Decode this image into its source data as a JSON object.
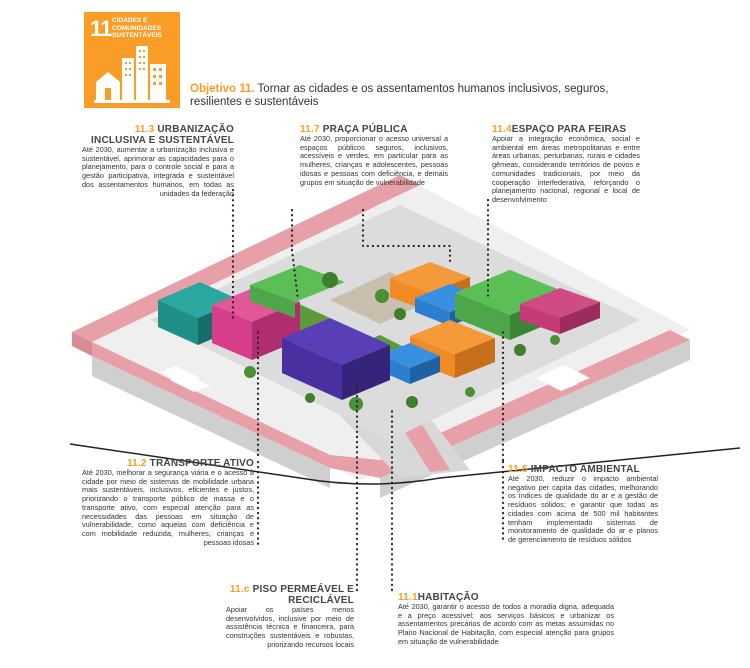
{
  "badge": {
    "number": "11",
    "title": "Cidades e comunidades sustentáveis",
    "color": "#f99d26"
  },
  "objective": {
    "lead": "Objetivo 11.",
    "text": " Tornar as cidades e os assentamentos humanos inclusivos, seguros, resilientes e sustentáveis"
  },
  "targets": {
    "t113": {
      "code": "11.3",
      "title": "URBANIZAÇÃO INCLUSIVA E SUSTENTÁVEL",
      "body": "Até 2030, aumentar a urbanização inclusiva e sustentável, aprimorar as capacidades para o planejamento, para o controle social e para a gestão participativa, integrada e sustentável dos assentamentos humanos, em todas as unidades da federação"
    },
    "t117": {
      "code": "11.7",
      "title": "PRAÇA PÚBLICA",
      "body": "Até 2030, proporcionar o acesso universal a espaços públicos seguros, inclusivos, acessíveis e verdes, em particular para as mulheres, crianças e adolescentes, pessoas idosas e pessoas com deficiência, e demais grupos em situação de vulnerabilidade"
    },
    "t114": {
      "code": "11.4",
      "title": "ESPAÇO PARA FEIRAS",
      "body": "Apoiar a integração econômica, social e ambiental em áreas metropolitanas e entre áreas urbanas, periurbanas, rurais e cidades gêmeas, considerando territórios de povos e comunidades tradicionais, por meio da cooperação interfederativa, reforçando o planejamento nacional, regional e local de desenvolvimento"
    },
    "t112": {
      "code": "11.2",
      "title": "TRANSPORTE ATIVO",
      "body": "Até 2030, melhorar a segurança viária e o acesso à cidade por meio de sistemas de mobilidade urbana mais sustentáveis, inclusivos, eficientes e justos, priorizando o transporte público de massa e o transporte ativo, com especial atenção para as necessidades das pessoas em situação de vulnerabilidade, como aquelas com deficiência e com mobilidade reduzida, mulheres, crianças e pessoas idosas"
    },
    "t116": {
      "code": "11.6",
      "title": "IMPACTO AMBIENTAL",
      "body": "Até 2030, reduzir o impacto ambiental negativo per capita das cidades, melhorando os índices de qualidade do ar e a gestão de resíduos sólidos; e garantir que todas as cidades com acima de 500 mil habitantes tenham implementado sistemas de monitoramento de qualidade do ar e planos de gerenciamento de resíduos sólidos"
    },
    "t11c": {
      "code": "11.c",
      "title": "PISO PERMEÁVEL E RECICLÁVEL",
      "body": "Apoiar os países menos desenvolvidos, inclusive por meio de assistência técnica e financeira, para construções sustentáveis e robustas, priorizando recursos locais"
    },
    "t111": {
      "code": "11.1",
      "title": "HABITAÇÃO",
      "body": "Até 2030, garantir o acesso de todos a moradia digna, adequada e a preço acessível; aos serviços básicos e urbanizar os assentamentos precários de acordo com as metas assumidas no Plano Nacional de Habitação, com especial atenção para grupos em situação de vulnerabilidade"
    }
  },
  "colors": {
    "accent": "#f99d26",
    "sidewalk": "#e8a0a8",
    "road": "#cfcfcf",
    "grass": "#5f9a3a",
    "building_purple": "#4a2fa0",
    "building_pink": "#d63e8a",
    "building_teal": "#1f8f88",
    "building_orange": "#f08a25",
    "building_green": "#4ea64a",
    "building_blue": "#2a7fd0",
    "building_magenta": "#c63a78"
  }
}
